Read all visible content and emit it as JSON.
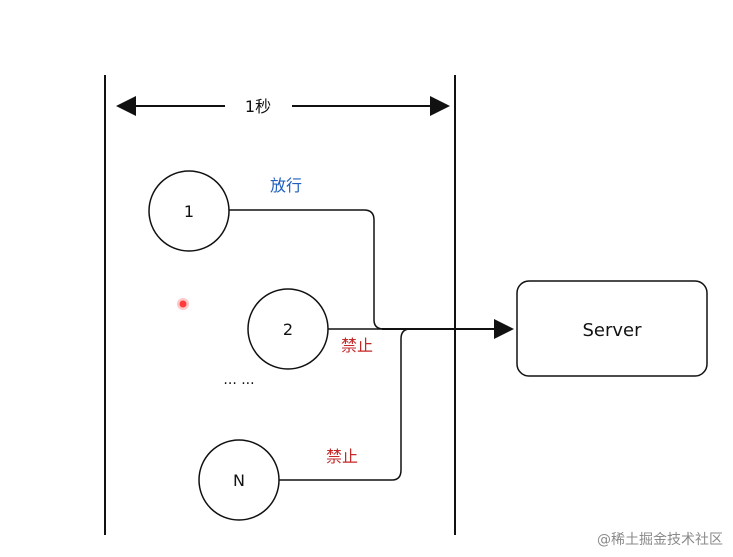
{
  "diagram": {
    "time_window_label": "1秒",
    "nodes": {
      "node1": "1",
      "node2": "2",
      "nodeN": "N",
      "ellipsis": "... ..."
    },
    "server_label": "Server",
    "edge_labels": {
      "allow": "放行",
      "deny1": "禁止",
      "deny2": "禁止"
    },
    "colors": {
      "allow": "#1f5fbf",
      "deny": "#c62828",
      "stroke": "#111111",
      "pointer": "#ff3b3b"
    }
  },
  "footer": {
    "watermark_text": "@稀土掘金技术社区"
  }
}
